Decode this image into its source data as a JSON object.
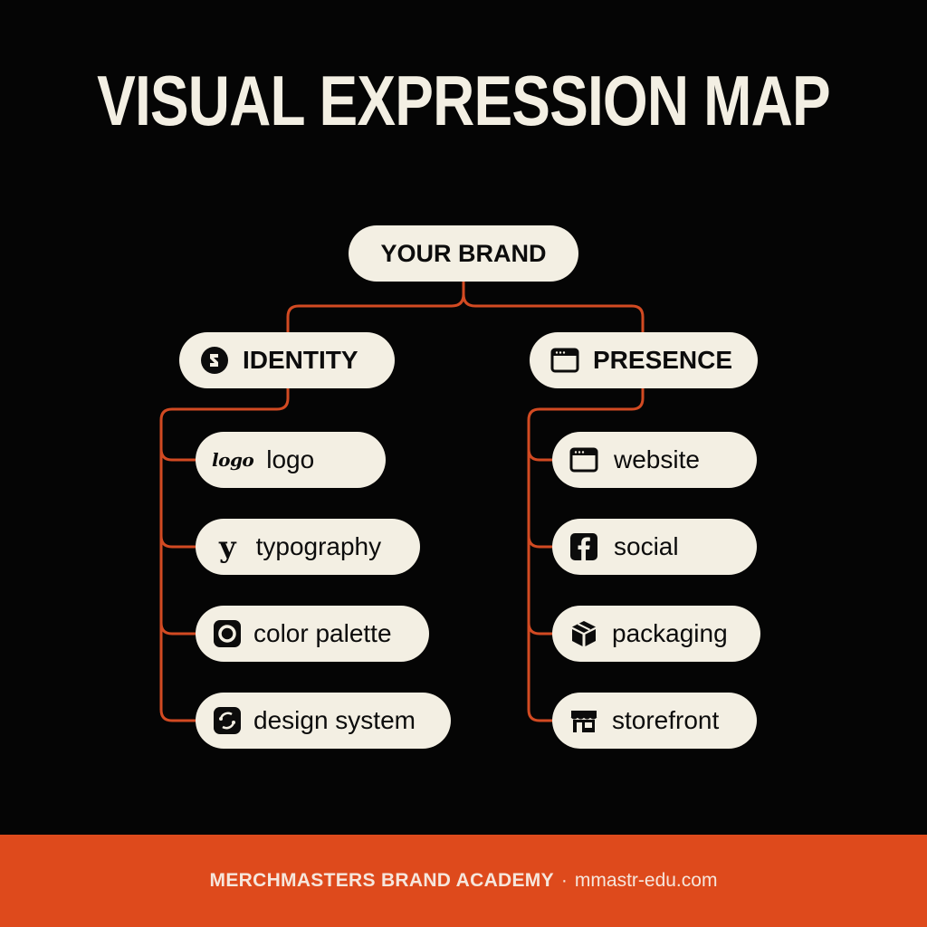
{
  "title": "VISUAL EXPRESSION MAP",
  "root": {
    "label": "YOUR BRAND"
  },
  "identity": {
    "label": "IDENTITY",
    "icon": "identity-icon",
    "items": [
      {
        "label": "logo",
        "icon": "logo-wordmark-icon",
        "glyph": "logo"
      },
      {
        "label": "typography",
        "icon": "typography-icon",
        "glyph": "y"
      },
      {
        "label": "color palette",
        "icon": "color-palette-icon"
      },
      {
        "label": "design system",
        "icon": "design-system-icon"
      }
    ]
  },
  "presence": {
    "label": "PRESENCE",
    "icon": "browser-window-icon",
    "items": [
      {
        "label": "website",
        "icon": "browser-window-icon"
      },
      {
        "label": "social",
        "icon": "facebook-icon"
      },
      {
        "label": "packaging",
        "icon": "box-icon"
      },
      {
        "label": "storefront",
        "icon": "storefront-icon"
      }
    ]
  },
  "footer": {
    "brand": "MERCHMASTERS BRAND ACADEMY",
    "separator": "·",
    "url": "mmastr-edu.com"
  },
  "colors": {
    "background": "#050505",
    "pill": "#f3efe3",
    "connector": "#d24a22",
    "footer": "#de4a1c",
    "title": "#f3efe3"
  }
}
